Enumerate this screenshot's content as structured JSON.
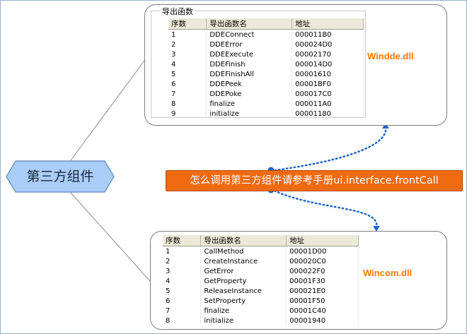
{
  "root": {
    "label": "第三方组件"
  },
  "center_note": {
    "label": "怎么调用第三方组件请参考手册ui.interface.frontCall"
  },
  "windde": {
    "dll_name": "Windde.dll",
    "panel_title": "导出函数",
    "columns": [
      "序数",
      "导出函数名",
      "地址"
    ],
    "rows": [
      [
        "1",
        "DDEConnect",
        "000011B0"
      ],
      [
        "2",
        "DDEError",
        "000024D0"
      ],
      [
        "3",
        "DDEExecute",
        "00002170"
      ],
      [
        "4",
        "DDEFinish",
        "000014D0"
      ],
      [
        "5",
        "DDEFinishAll",
        "00001610"
      ],
      [
        "6",
        "DDEPeek",
        "00001BF0"
      ],
      [
        "7",
        "DDEPoke",
        "000017C0"
      ],
      [
        "8",
        "finalize",
        "000011A0"
      ],
      [
        "9",
        "initialize",
        "00001180"
      ]
    ]
  },
  "wincom": {
    "dll_name": "Wincom.dll",
    "columns": [
      "序数",
      "导出函数名",
      "地址"
    ],
    "rows": [
      [
        "1",
        "CallMethod",
        "00001D00"
      ],
      [
        "2",
        "CreateInstance",
        "000020C0"
      ],
      [
        "3",
        "GetError",
        "000022F0"
      ],
      [
        "4",
        "GetProperty",
        "00001F30"
      ],
      [
        "5",
        "ReleaseInstance",
        "000021E0"
      ],
      [
        "6",
        "SetProperty",
        "00001F50"
      ],
      [
        "7",
        "finalize",
        "00001C40"
      ],
      [
        "8",
        "initialize",
        "00001940"
      ]
    ]
  },
  "colors": {
    "accent": "#f06a10",
    "dll_text": "#ee7a10",
    "root_fill": "#a9cdf6",
    "link_dots": "#1e66c8"
  }
}
